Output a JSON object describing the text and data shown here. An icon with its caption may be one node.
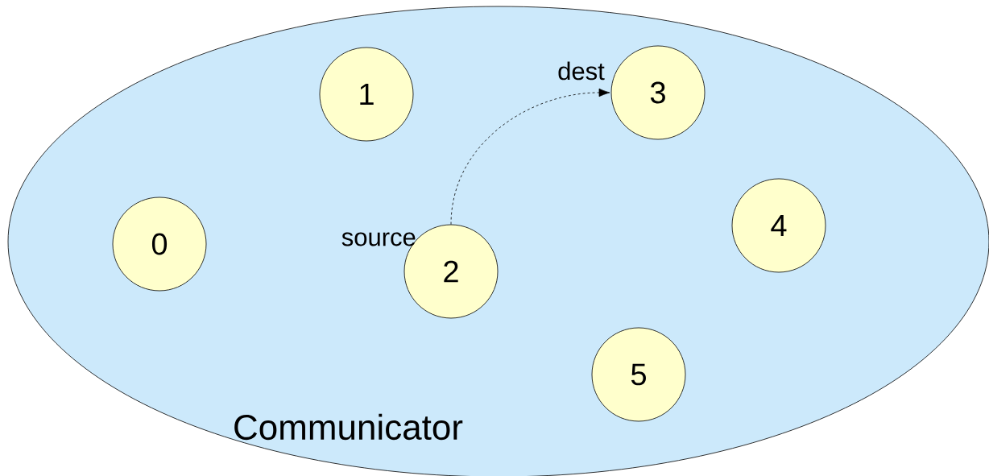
{
  "diagram": {
    "nodes": [
      {
        "text": [
          "Communicator"
        ]
      },
      {
        "text": [
          "0"
        ],
        "in": 0
      },
      {
        "text": [
          "1"
        ],
        "in": 0
      },
      {
        "text": [
          "2"
        ],
        "in": 0,
        "beside": [
          "source"
        ]
      },
      {
        "text": [
          "3"
        ],
        "in": 0,
        "beside": [
          "dest"
        ]
      },
      {
        "text": [
          "4"
        ],
        "in": 0
      },
      {
        "text": [
          "5"
        ],
        "in": 0
      }
    ],
    "edges": [
      {
        "from": 3,
        "to": 4,
        "arrow": "to",
        "style": "dashed"
      }
    ]
  }
}
